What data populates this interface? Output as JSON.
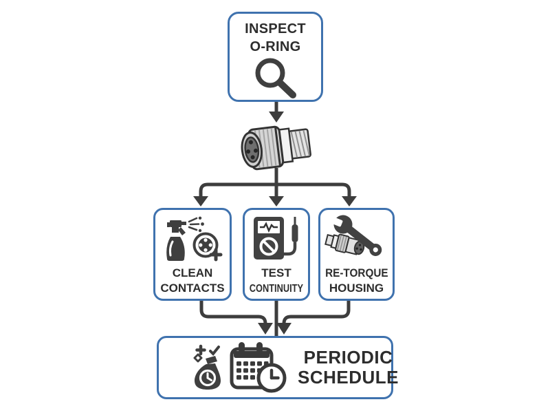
{
  "title": "Connector maintenance flowchart",
  "colors": {
    "accent_blue": "#3f72ae",
    "icon_dark": "#3f3f3f",
    "text_dark": "#2d2d2d",
    "arrow": "#3d3d3d",
    "connector_body_gray": "#d6d6d6",
    "connector_face_gray": "#6f6f6f"
  },
  "nodes": {
    "inspect": {
      "line1": "INSPECT",
      "line2": "O-RING",
      "icon": "magnifier-icon"
    },
    "clean": {
      "line1": "CLEAN",
      "line2": "CONTACTS",
      "icon": "spray-bottle-contacts-icon"
    },
    "test": {
      "line1": "TEST",
      "line2": "CONTINUITY",
      "icon": "multimeter-probe-icon"
    },
    "retorque": {
      "line1": "RE-TORQUE",
      "line2": "HOUSING",
      "icon": "wrench-connector-icon"
    },
    "schedule": {
      "line1": "PERIODIC",
      "line2": "SCHEDULE",
      "icons": [
        "bag-clock-sparkle-icon",
        "calendar-clock-icon"
      ]
    }
  },
  "center_illustration": "m12-circular-connector",
  "flow": {
    "edges": [
      [
        "inspect",
        "connector"
      ],
      [
        "connector",
        "clean"
      ],
      [
        "connector",
        "test"
      ],
      [
        "connector",
        "retorque"
      ],
      [
        "clean",
        "schedule"
      ],
      [
        "test",
        "schedule"
      ],
      [
        "retorque",
        "schedule"
      ]
    ]
  }
}
